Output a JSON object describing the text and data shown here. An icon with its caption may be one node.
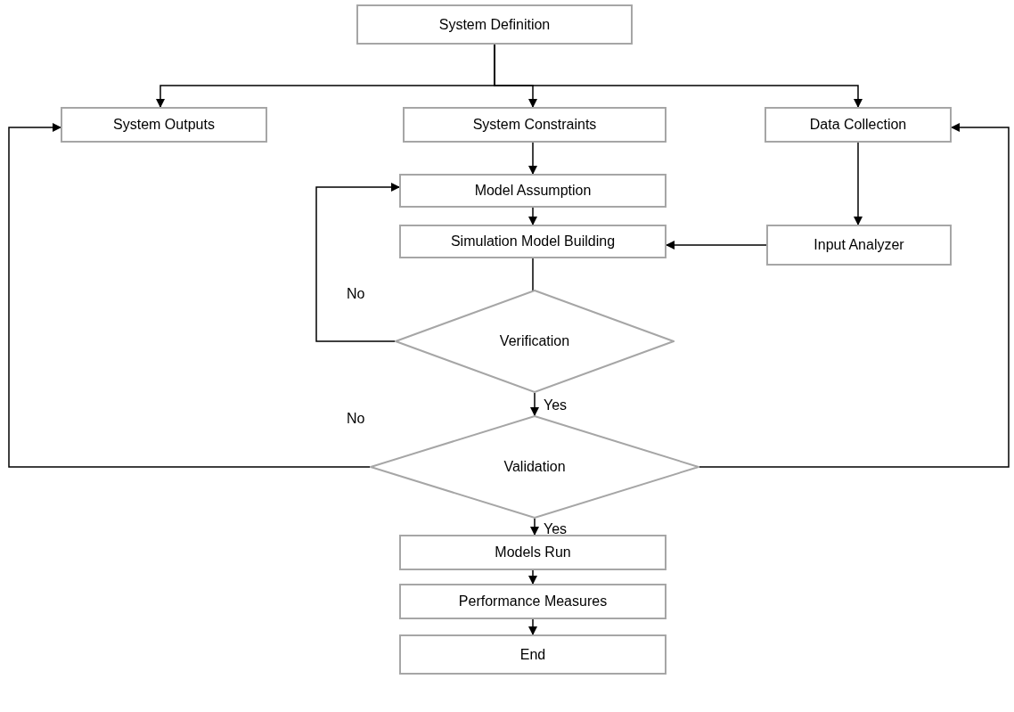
{
  "diagram": {
    "nodes": [
      {
        "text": [
          "System Definition"
        ]
      },
      {
        "text": [
          "System Outputs"
        ]
      },
      {
        "text": [
          "System Constraints"
        ]
      },
      {
        "text": [
          "Data Collection"
        ]
      },
      {
        "text": [
          "Model Assumption"
        ]
      },
      {
        "text": [
          "Simulation Model Building"
        ]
      },
      {
        "text": [
          "Input Analyzer"
        ]
      },
      {
        "text": [
          "Verification"
        ]
      },
      {
        "text": [
          "Validation"
        ]
      },
      {
        "text": [
          "Models Run"
        ]
      },
      {
        "text": [
          "Performance Measures"
        ]
      },
      {
        "text": [
          "End"
        ]
      }
    ],
    "edges": [
      {
        "from": 0,
        "to": 1,
        "arrow": "to"
      },
      {
        "from": 0,
        "to": 2,
        "arrow": "to"
      },
      {
        "from": 0,
        "to": 3,
        "arrow": "to"
      },
      {
        "from": 2,
        "to": 4,
        "arrow": "to"
      },
      {
        "from": 4,
        "to": 5,
        "arrow": "to"
      },
      {
        "from": 3,
        "to": 6,
        "arrow": "to"
      },
      {
        "from": 6,
        "to": 5,
        "arrow": "to"
      },
      {
        "from": 5,
        "to": 7,
        "arrow": "none"
      },
      {
        "from": 7,
        "to": 4,
        "arrow": "to",
        "label": "No"
      },
      {
        "from": 7,
        "to": 8,
        "arrow": "to",
        "label": "Yes"
      },
      {
        "from": 8,
        "to": 1,
        "arrow": "to",
        "label": "No"
      },
      {
        "from": 8,
        "to": 3,
        "arrow": "to"
      },
      {
        "from": 8,
        "to": 9,
        "arrow": "to",
        "label": "Yes"
      },
      {
        "from": 9,
        "to": 10,
        "arrow": "to"
      },
      {
        "from": 10,
        "to": 11,
        "arrow": "to"
      }
    ]
  }
}
